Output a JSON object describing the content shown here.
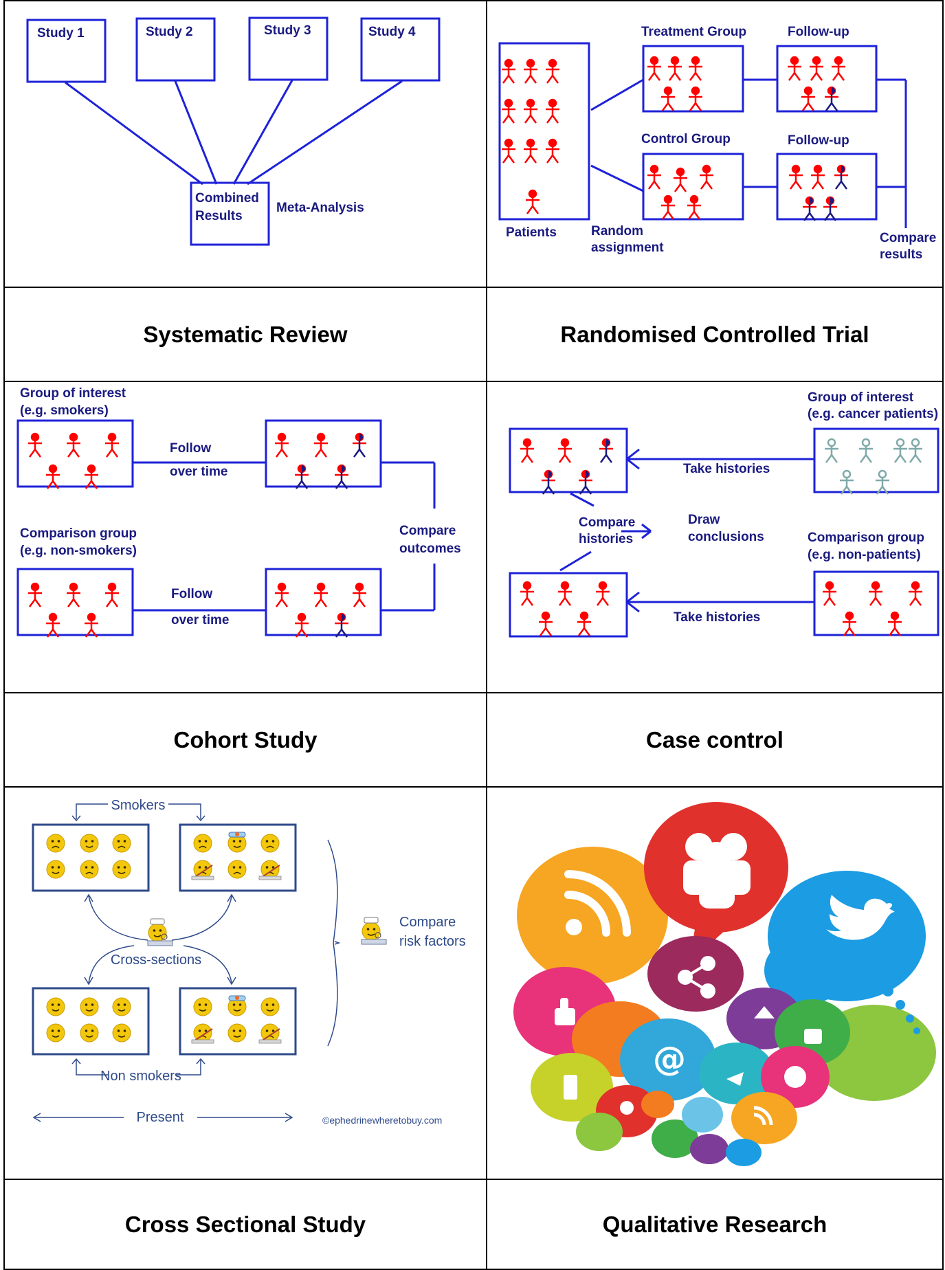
{
  "captions": {
    "r1c1": "Systematic Review",
    "r1c2": "Randomised Controlled Trial",
    "r2c1": "Cohort Study",
    "r2c2": "Case control",
    "r3c1": "Cross Sectional Study",
    "r3c2": "Qualitative Research"
  },
  "systematic_review": {
    "studies": [
      "Study 1",
      "Study 2",
      "Study 3",
      "Study 4"
    ],
    "combined_line1": "Combined",
    "combined_line2": "Results",
    "meta": "Meta-Analysis"
  },
  "rct": {
    "treatment": "Treatment Group",
    "control": "Control Group",
    "followup1": "Follow-up",
    "followup2": "Follow-up",
    "patients": "Patients",
    "random1": "Random",
    "random2": "assignment",
    "compare1": "Compare",
    "compare2": "results"
  },
  "cohort": {
    "interest1": "Group of interest",
    "interest2": "(e.g. smokers)",
    "comparison1": "Comparison group",
    "comparison2": "(e.g. non-smokers)",
    "follow_a1": "Follow",
    "follow_a2": "over time",
    "follow_b1": "Follow",
    "follow_b2": "over time",
    "compare1": "Compare",
    "compare2": "outcomes"
  },
  "case_control": {
    "interest1": "Group of interest",
    "interest2": "(e.g. cancer patients)",
    "comparison1": "Comparison group",
    "comparison2": "(e.g. non-patients)",
    "take1": "Take histories",
    "take2": "Take histories",
    "compare1": "Compare",
    "compare2": "histories",
    "draw1": "Draw",
    "draw2": "conclusions"
  },
  "cross_sectional": {
    "smokers": "Smokers",
    "cross": "Cross-sections",
    "non_smokers": "Non smokers",
    "present": "Present",
    "compare1": "Compare",
    "compare2": "risk factors",
    "credit": "©ephedrinewheretobuy.com"
  },
  "colors": {
    "diagram_blue": "#1e22d8",
    "figure_red": "#ff0000",
    "figure_navy": "#1a1a80",
    "figure_teal": "#7fa9a9",
    "face_yellow": "#f2c70c",
    "cs_blue": "#2e4a8a"
  }
}
